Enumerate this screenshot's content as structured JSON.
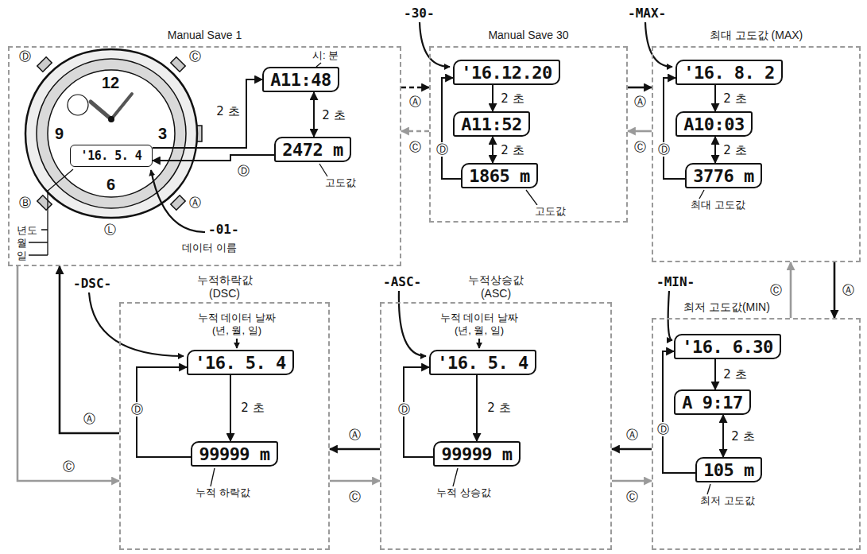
{
  "diagram": {
    "nodes": [
      {
        "text": [
          "Manual Save 1"
        ]
      },
      {
        "text": [
          "'16. 5. 4"
        ],
        "in": 0
      },
      {
        "text": [
          "A11:48"
        ],
        "in": 0
      },
      {
        "text": [
          "2472 m"
        ],
        "in": 0
      },
      {
        "text": [
          "Manual Save 30"
        ]
      },
      {
        "text": [
          "'16.12.20"
        ],
        "in": 4
      },
      {
        "text": [
          "A11:52"
        ],
        "in": 4
      },
      {
        "text": [
          "1865 m"
        ],
        "in": 4
      },
      {
        "text": [
          "최대 고도값 (MAX)"
        ]
      },
      {
        "text": [
          "'16. 8. 2"
        ],
        "in": 8
      },
      {
        "text": [
          "A10:03"
        ],
        "in": 8
      },
      {
        "text": [
          "3776 m"
        ],
        "in": 8
      },
      {
        "text": [
          "최저 고도값(MIN)"
        ]
      },
      {
        "text": [
          "'16. 6.30"
        ],
        "in": 12
      },
      {
        "text": [
          "A 9:17"
        ],
        "in": 12
      },
      {
        "text": [
          "105 m"
        ],
        "in": 12
      },
      {
        "text": [
          "누적상승값 (ASC)"
        ]
      },
      {
        "text": [
          "'16. 5. 4"
        ],
        "in": 16
      },
      {
        "text": [
          "99999 m"
        ],
        "in": 16
      },
      {
        "text": [
          "누적하락값 (DSC)"
        ]
      },
      {
        "text": [
          "'16. 5. 4"
        ],
        "in": 19
      },
      {
        "text": [
          "99999 m"
        ],
        "in": 19
      }
    ],
    "edges": [
      {
        "from": 0,
        "to": 4,
        "arrow": "to",
        "label": "Ⓐ"
      },
      {
        "from": 4,
        "to": 0,
        "arrow": "to",
        "label": "Ⓒ"
      },
      {
        "from": 1,
        "to": 2,
        "arrow": "to",
        "label": "2 초"
      },
      {
        "from": 2,
        "to": 3,
        "arrow": "both",
        "label": "2 초"
      },
      {
        "from": 3,
        "to": 1,
        "arrow": "to",
        "label": "Ⓓ"
      },
      {
        "from": 4,
        "to": 8,
        "arrow": "to",
        "label": "Ⓐ"
      },
      {
        "from": 8,
        "to": 4,
        "arrow": "to",
        "label": "Ⓒ"
      },
      {
        "from": 5,
        "to": 6,
        "arrow": "to",
        "label": "2 초"
      },
      {
        "from": 6,
        "to": 7,
        "arrow": "both",
        "label": "2 초"
      },
      {
        "from": 7,
        "to": 5,
        "arrow": "to",
        "label": "Ⓓ"
      },
      {
        "from": 8,
        "to": 12,
        "arrow": "to",
        "label": "Ⓐ"
      },
      {
        "from": 12,
        "to": 8,
        "arrow": "to",
        "label": "Ⓒ"
      },
      {
        "from": 9,
        "to": 10,
        "arrow": "to",
        "label": "2 초"
      },
      {
        "from": 10,
        "to": 11,
        "arrow": "both",
        "label": "2 초"
      },
      {
        "from": 11,
        "to": 9,
        "arrow": "to",
        "label": "Ⓓ"
      },
      {
        "from": 12,
        "to": 16,
        "arrow": "to",
        "label": "Ⓐ"
      },
      {
        "from": 16,
        "to": 12,
        "arrow": "to",
        "label": "Ⓒ"
      },
      {
        "from": 13,
        "to": 14,
        "arrow": "to",
        "label": "2 초"
      },
      {
        "from": 14,
        "to": 15,
        "arrow": "both",
        "label": "2 초"
      },
      {
        "from": 15,
        "to": 13,
        "arrow": "to",
        "label": "Ⓓ"
      },
      {
        "from": 16,
        "to": 19,
        "arrow": "to",
        "label": "Ⓐ"
      },
      {
        "from": 19,
        "to": 16,
        "arrow": "to",
        "label": "Ⓒ"
      },
      {
        "from": 17,
        "to": 18,
        "arrow": "to",
        "label": "2 초"
      },
      {
        "from": 18,
        "to": 17,
        "arrow": "to",
        "label": "Ⓓ"
      },
      {
        "from": 19,
        "to": 0,
        "arrow": "to",
        "label": "Ⓐ"
      },
      {
        "from": 0,
        "to": 19,
        "arrow": "to",
        "label": "Ⓒ"
      },
      {
        "from": 20,
        "to": 21,
        "arrow": "to",
        "label": "2 초"
      },
      {
        "from": 21,
        "to": 20,
        "arrow": "to",
        "label": "Ⓓ"
      }
    ],
    "labels": [
      "시: 분",
      "년도",
      "월",
      "일",
      "-01-",
      "데이터 이름",
      "고도값",
      "-30-",
      "고도값",
      "-MAX-",
      "최대 고도값",
      "-MIN-",
      "최저 고도값",
      "-ASC-",
      "누적 데이터 날짜 (년, 월, 일)",
      "누적 상승값",
      "-DSC-",
      "누적 데이터 날짜 (년, 월, 일)",
      "누적 하락값",
      "Ⓓ",
      "Ⓒ",
      "Ⓑ",
      "Ⓐ",
      "Ⓛ",
      "12",
      "3",
      "6",
      "9"
    ]
  }
}
